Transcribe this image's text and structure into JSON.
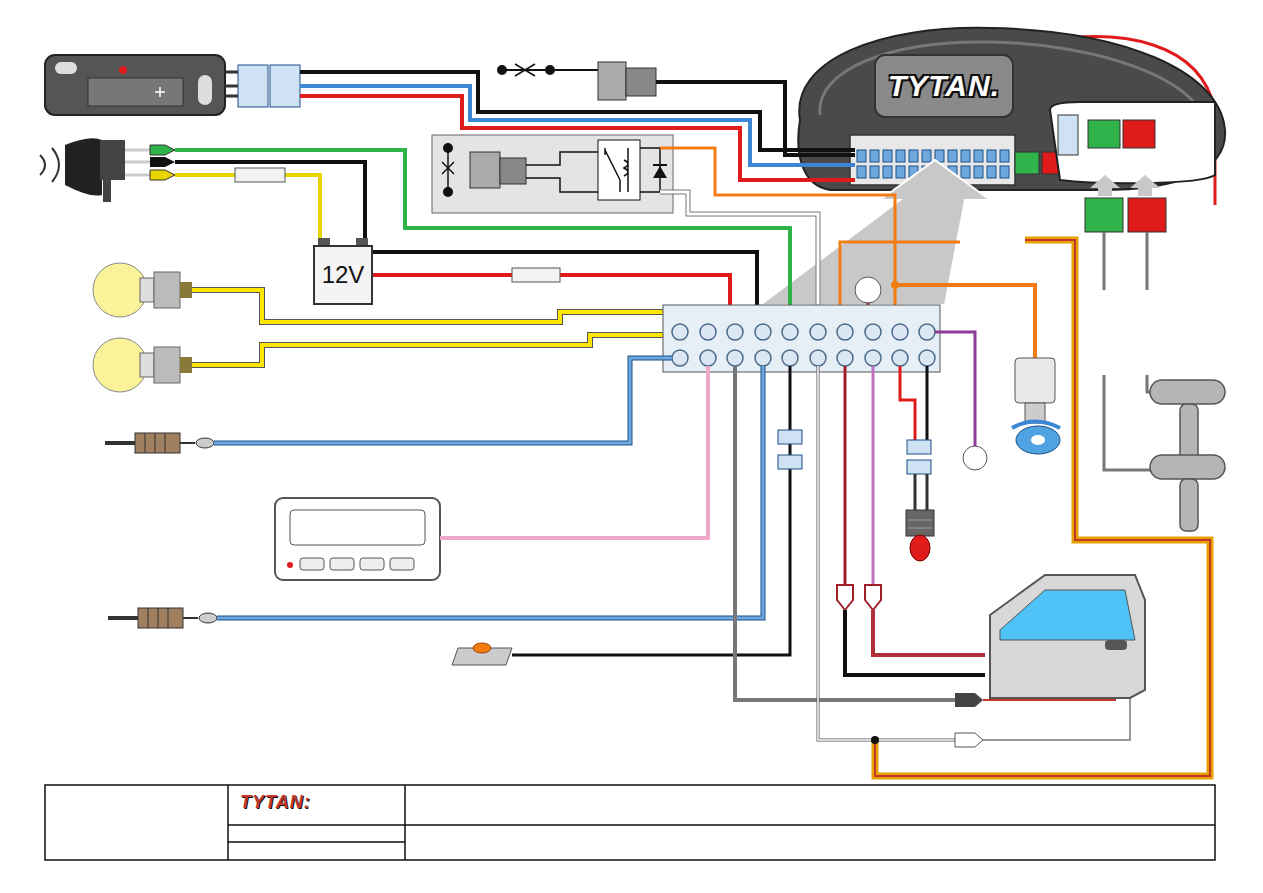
{
  "diagram": {
    "nodes": [
      {
        "text": [
          "TYTAN."
        ]
      },
      {
        "text": [
          "12V"
        ]
      }
    ],
    "labels": [
      "TYTAN:"
    ]
  }
}
